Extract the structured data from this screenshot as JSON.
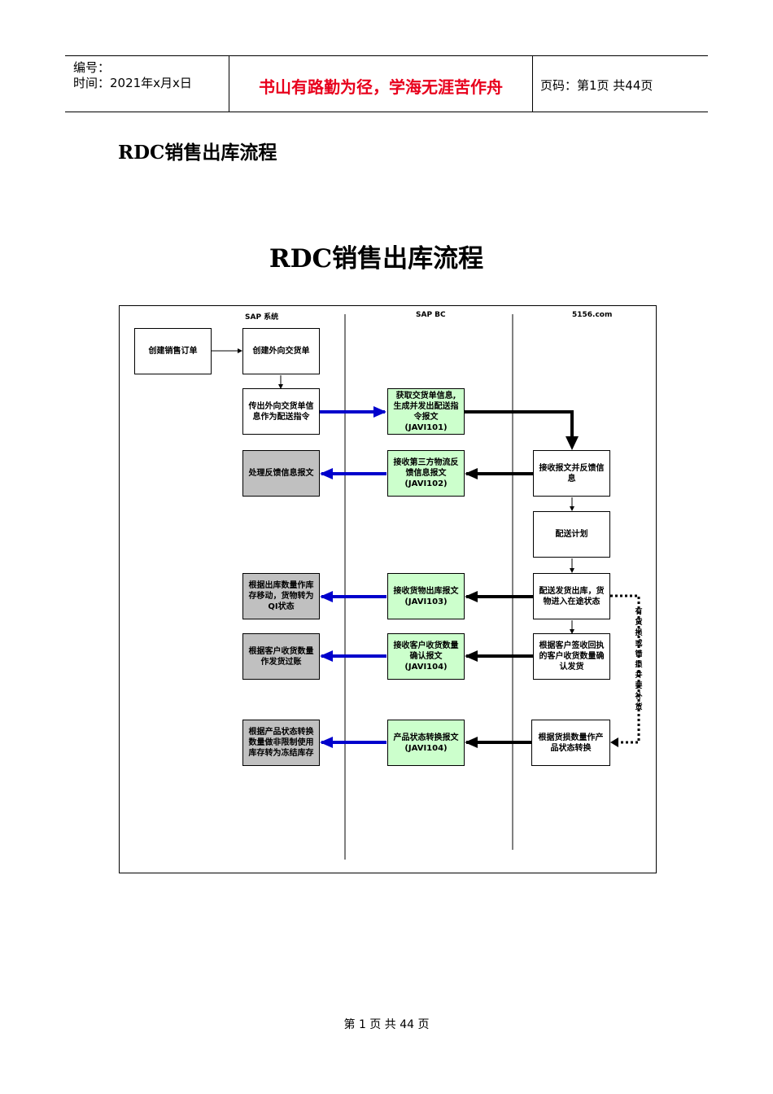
{
  "header": {
    "number_label": "编号：",
    "time_label": "时间：2021年x月x日",
    "motto": "书山有路勤为径，学海无涯苦作舟",
    "page_info": "页码：第1页  共44页"
  },
  "document": {
    "title": "RDC销售出库流程",
    "figure_title": "RDC销售出库流程"
  },
  "diagram": {
    "lanes": [
      "SAP 系统",
      "SAP BC",
      "5156.com"
    ],
    "nodes": {
      "create_sales_order": "创建销售订单",
      "create_outbound_delivery": "创建外向交货单",
      "send_delivery_as_instruction": "传出外向交货单信\n息作为配送指令",
      "process_feedback": "处理反馈信息报文",
      "stock_movement_qi": "根据出库数量作库\n存移动，货物转为\nQI状态",
      "delivery_posting": "根据客户收货数量\n作发货过账",
      "stock_to_frozen": "根据产品状态转换\n数量做非限制使用\n库存转为冻结库存",
      "bc_get_delivery": "获取交货单信息,\n生成并发出配送指\n令报文\n(JAVI101)",
      "bc_receive_feedback": "接收第三方物流反\n馈信息报文\n(JAVI102)",
      "bc_receive_outbound": "接收货物出库报文\n(JAVI103)",
      "bc_receive_quantity": "接收客户收货数量\n确认报文\n(JAVI104)",
      "bc_status_change": "产品状态转换报文\n(JAVI104)",
      "web_receive_feedback": "接收报文并反馈信\n息",
      "web_delivery_plan": "配送计划",
      "web_dispatch": "配送发货出库，货\n物进入在途状态",
      "web_confirm_receipt": "根据客户签收回执\n的客户收货数量确\n认发货",
      "web_status_change": "根据货损数量作产\n品状态转换"
    },
    "side_note": "有货损或错损并要补货"
  },
  "footer": {
    "page_text": "第 1 页 共 44 页"
  }
}
